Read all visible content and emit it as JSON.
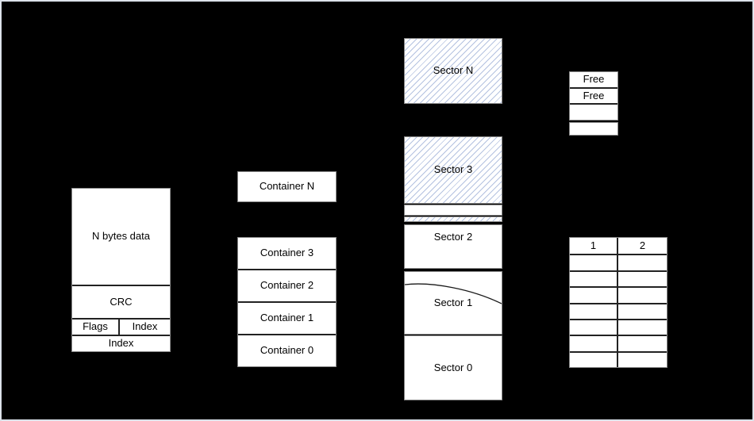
{
  "canvas": {
    "background": "#000000",
    "frame_color": "#dce2ea"
  },
  "colors": {
    "box_fill": "#ffffff",
    "box_border": "#8a8a8a",
    "separator": "#222222",
    "hatch_line": "#b4c2e0",
    "text": "#000000"
  },
  "record": {
    "data": "N bytes data",
    "crc": "CRC",
    "flags": "Flags",
    "index": "Index",
    "footer_index": "Index"
  },
  "containers": {
    "top": "Container N",
    "stack": [
      "Container 3",
      "Container 2",
      "Container 1",
      "Container 0"
    ]
  },
  "sectors": {
    "sector_n": "Sector N",
    "sector_3": "Sector 3",
    "sector_2": "Sector 2",
    "sector_1": "Sector 1",
    "sector_0": "Sector 0"
  },
  "free_list": {
    "rows": [
      "Free",
      "Free",
      "",
      ""
    ]
  },
  "table": {
    "headers": [
      "1",
      "2"
    ],
    "empty_rows": 7
  }
}
